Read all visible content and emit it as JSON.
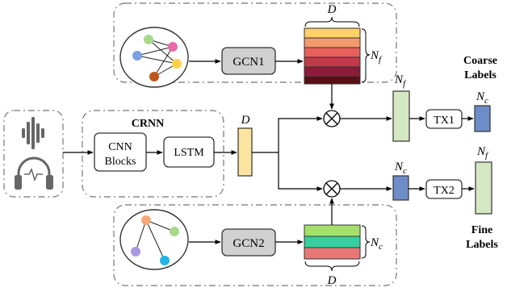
{
  "crnn": {
    "title": "CRNN",
    "cnn_line1": "CNN",
    "cnn_line2": "Blocks",
    "lstm": "LSTM"
  },
  "gcn1": {
    "label": "GCN1"
  },
  "gcn2": {
    "label": "GCN2"
  },
  "tx1": {
    "label": "TX1"
  },
  "tx2": {
    "label": "TX2"
  },
  "dims": {
    "d_top": "D",
    "d_bottom": "D",
    "d_crnn": "D",
    "nf_top": "N",
    "nf_top_sub": "f",
    "nf_mid": "N",
    "nf_mid_sub": "f",
    "nf_out": "N",
    "nf_out_sub": "f",
    "nc_bottom": "N",
    "nc_bottom_sub": "c",
    "nc_mid": "N",
    "nc_mid_sub": "c",
    "nc_out": "N",
    "nc_out_sub": "c"
  },
  "labels": {
    "coarse_line1": "Coarse",
    "coarse_line2": "Labels",
    "fine_line1": "Fine",
    "fine_line2": "Labels"
  },
  "colors": {
    "gcn_fill": "#d0d0d0",
    "crnn_vector": "#fbe4a0",
    "green_vector": "#d4e8c4",
    "blue_vector": "#6e8cc8",
    "matrix_top": [
      "#ffd166",
      "#f59a6b",
      "#e8605a",
      "#c23a4a",
      "#8a1c3a",
      "#5a0e14"
    ],
    "matrix_bottom": [
      "#a6e06c",
      "#36d0a0",
      "#e87878"
    ],
    "graph1_nodes": [
      "#a8d88a",
      "#e86aa8",
      "#7aa0e0",
      "#ffd24a",
      "#c0541a"
    ],
    "graph2_nodes": [
      "#f4a878",
      "#a8d88a",
      "#a89ae0",
      "#22b4e4"
    ]
  },
  "icons": [
    "audio-waveform-icon",
    "headphones-icon",
    "multiply-operator-icon"
  ]
}
